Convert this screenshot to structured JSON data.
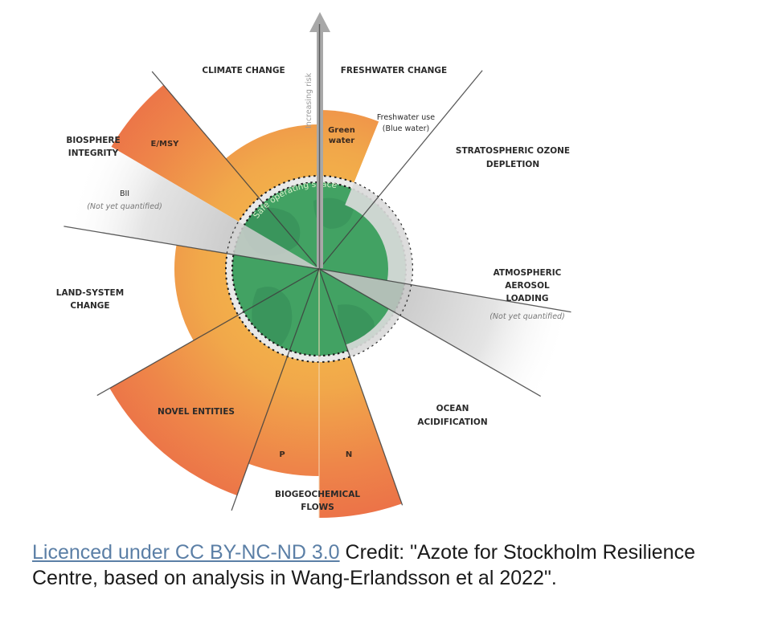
{
  "diagram": {
    "title": "Planetary boundaries",
    "arrow_label": "Increasing risk",
    "safe_space_label": "Safe operating space",
    "colors": {
      "safe_green": "#3e9e5c",
      "zone_orange": "#f0a144",
      "high_risk_red": "#ec7048",
      "not_quantified_grey": "#e6e6e6",
      "divider": "#555555"
    },
    "boundaries": [
      {
        "name": "CLIMATE CHANGE",
        "status": "increasing risk"
      },
      {
        "name": "FRESHWATER CHANGE",
        "sub": [
          "Green water",
          "Freshwater use (Blue water)"
        ],
        "status": "green water high risk; blue water increasing risk"
      },
      {
        "name": "STRATOSPHERIC OZONE DEPLETION",
        "status": "safe"
      },
      {
        "name": "ATMOSPHERIC AEROSOL LOADING",
        "note": "(Not yet quantified)",
        "status": "not quantified"
      },
      {
        "name": "OCEAN ACIDIFICATION",
        "status": "safe"
      },
      {
        "name": "BIOGEOCHEMICAL FLOWS",
        "sub": [
          "P",
          "N"
        ],
        "status": "high risk"
      },
      {
        "name": "NOVEL ENTITIES",
        "status": "high risk"
      },
      {
        "name": "LAND-SYSTEM CHANGE",
        "status": "increasing risk"
      },
      {
        "name": "BIOSPHERE INTEGRITY",
        "sub": [
          "E/MSY",
          "BII"
        ],
        "note": "(Not yet quantified)",
        "status": "E/MSY high risk; BII not quantified"
      }
    ],
    "labels": {
      "climate": "CLIMATE CHANGE",
      "freshwater": "FRESHWATER CHANGE",
      "green_water_1": "Green",
      "green_water_2": "water",
      "blue_water_1": "Freshwater use",
      "blue_water_2": "(Blue water)",
      "ozone_1": "STRATOSPHERIC OZONE",
      "ozone_2": "DEPLETION",
      "aerosol_1": "ATMOSPHERIC",
      "aerosol_2": "AEROSOL",
      "aerosol_3": "LOADING",
      "aerosol_note": "(Not yet quantified)",
      "ocean_1": "OCEAN",
      "ocean_2": "ACIDIFICATION",
      "bgc_1": "BIOGEOCHEMICAL",
      "bgc_2": "FLOWS",
      "p": "P",
      "n": "N",
      "novel": "NOVEL ENTITIES",
      "land_1": "LAND-SYSTEM",
      "land_2": "CHANGE",
      "bio_1": "BIOSPHERE",
      "bio_2": "INTEGRITY",
      "emsy": "E/MSY",
      "bii": "BII",
      "bii_note": "(Not yet quantified)"
    }
  },
  "caption": {
    "license_link": "Licenced under CC BY-NC-ND 3.0",
    "credit": " Credit: \"Azote for Stockholm Resilience Centre, based on analysis in Wang-Erlandsson et al 2022\"."
  }
}
